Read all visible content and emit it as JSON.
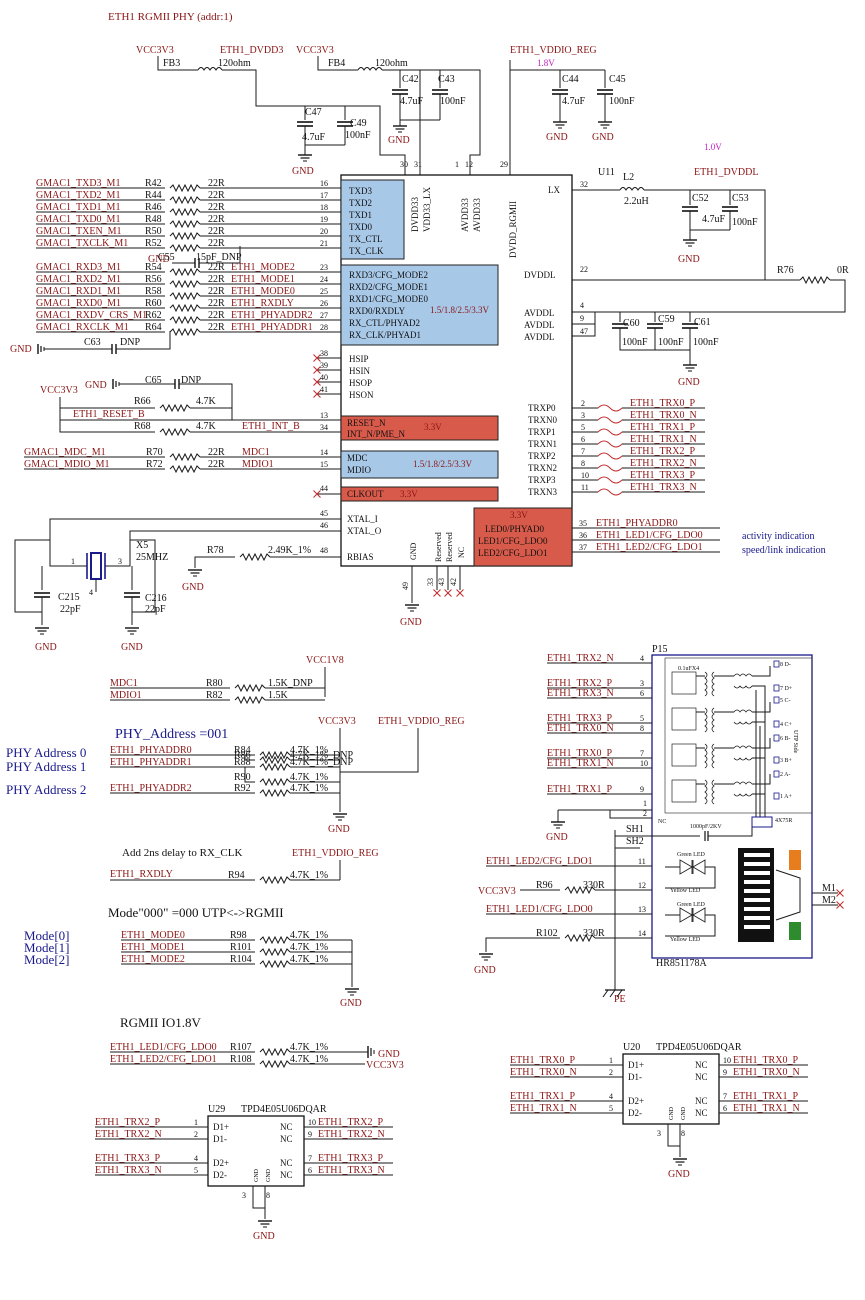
{
  "title": "ETH1 RGMII PHY (addr:1)",
  "colors": {
    "net": "#8b1414",
    "wire": "#1a1a1a",
    "pin_label_box": "#a8c8e8",
    "red_box": "#d85a4a",
    "note": "#1a1a8c",
    "voltage": "#c020c0"
  },
  "power": {
    "vcc3v3": "VCC3V3",
    "vcc1v8": "VCC1V8",
    "gnd": "GND",
    "pe": "PE",
    "dvdd33_net": "ETH1_DVDD3",
    "vddio_net": "ETH1_VDDIO_REG",
    "dvddl_net": "ETH1_DVDDL",
    "v18": "1.8V",
    "v10": "1.0V"
  },
  "top_parts": {
    "fb3": "FB3",
    "fb3_val": "120ohm",
    "fb4": "FB4",
    "fb4_val": "120ohm",
    "c47": "C47",
    "c47_val": "4.7uF",
    "c49": "C49",
    "c49_val": "100nF",
    "c42": "C42",
    "c42_val": "4.7uF",
    "c43": "C43",
    "c43_val": "100nF",
    "c44": "C44",
    "c44_val": "4.7uF",
    "c45": "C45",
    "c45_val": "100nF",
    "u11": "U11",
    "l2": "L2",
    "l2_val": "2.2uH",
    "c52": "C52",
    "c52_val": "4.7uF",
    "c53": "C53",
    "c53_val": "100nF",
    "r76": "R76",
    "r76_val": "0R",
    "c60": "C60",
    "c60_val": "100nF",
    "c59": "C59",
    "c59_val": "100nF",
    "c61": "C61",
    "c61_val": "100nF"
  },
  "left_nets": [
    {
      "net": "GMAC1_TXD3_M1",
      "ref": "R42",
      "val": "22R",
      "pin": "16"
    },
    {
      "net": "GMAC1_TXD2_M1",
      "ref": "R44",
      "val": "22R",
      "pin": "17"
    },
    {
      "net": "GMAC1_TXD1_M1",
      "ref": "R46",
      "val": "22R",
      "pin": "18"
    },
    {
      "net": "GMAC1_TXD0_M1",
      "ref": "R48",
      "val": "22R",
      "pin": "19"
    },
    {
      "net": "GMAC1_TXEN_M1",
      "ref": "R50",
      "val": "22R",
      "pin": "20"
    },
    {
      "net": "GMAC1_TXCLK_M1",
      "ref": "R52",
      "val": "22R",
      "pin": "21"
    },
    {
      "net": "GMAC1_RXD3_M1",
      "ref": "R54",
      "val": "22R",
      "pin": "23",
      "extra": "ETH1_MODE2"
    },
    {
      "net": "GMAC1_RXD2_M1",
      "ref": "R56",
      "val": "22R",
      "pin": "24",
      "extra": "ETH1_MODE1"
    },
    {
      "net": "GMAC1_RXD1_M1",
      "ref": "R58",
      "val": "22R",
      "pin": "25",
      "extra": "ETH1_MODE0"
    },
    {
      "net": "GMAC1_RXD0_M1",
      "ref": "R60",
      "val": "22R",
      "pin": "26",
      "extra": "ETH1_RXDLY"
    },
    {
      "net": "GMAC1_RXDV_CRS_M1",
      "ref": "R62",
      "val": "22R",
      "pin": "27",
      "extra": "ETH1_PHYADDR2"
    },
    {
      "net": "GMAC1_RXCLK_M1",
      "ref": "R64",
      "val": "22R",
      "pin": "28",
      "extra": "ETH1_PHYADDR1"
    }
  ],
  "c55": {
    "ref": "C55",
    "val": "15pF_DNP",
    "gnd": "GND"
  },
  "c63": {
    "ref": "C63",
    "val": "DNP"
  },
  "c65": {
    "ref": "C65",
    "val": "DNP"
  },
  "reset": {
    "r66": "R66",
    "r66_val": "4.7K",
    "r68": "R68",
    "r68_val": "4.7K",
    "net": "ETH1_RESET_B",
    "int": "ETH1_INT_B",
    "pin13": "13",
    "pin34": "34"
  },
  "mdio": [
    {
      "net": "GMAC1_MDC_M1",
      "ref": "R70",
      "val": "22R",
      "chipnet": "MDC1",
      "pin": "14"
    },
    {
      "net": "GMAC1_MDIO_M1",
      "ref": "R72",
      "val": "22R",
      "chipnet": "MDIO1",
      "pin": "15"
    }
  ],
  "chip": {
    "top_pins": [
      "DVDD33",
      "VDD33_LX",
      "AVDD33",
      "AVDD33",
      "DVDD_RGMII"
    ],
    "top_pin_nums": [
      "30",
      "31",
      "1",
      "12",
      "29"
    ],
    "tx_pins": [
      "TXD3",
      "TXD2",
      "TXD1",
      "TXD0",
      "TX_CTL",
      "TX_CLK"
    ],
    "rx_pins": [
      "RXD3/CFG_MODE2",
      "RXD2/CFG_MODE1",
      "RXD1/CFG_MODE0",
      "RXD0/RXDLY",
      "RX_CTL/PHYAD2",
      "RX_CLK/PHYAD1"
    ],
    "rx_voltage": "1.5/1.8/2.5/3.3V",
    "hs_pins": [
      "HSIP",
      "HSIN",
      "HSOP",
      "HSON"
    ],
    "hs_nums": [
      "38",
      "39",
      "40",
      "41"
    ],
    "reset_pins": [
      "RESET_N",
      "INT_N/PME_N"
    ],
    "reset_voltage": "3.3V",
    "mdio_pins": [
      "MDC",
      "MDIO"
    ],
    "mdio_voltage": "1.5/1.8/2.5/3.3V",
    "clkout": "CLKOUT",
    "clkout_voltage": "3.3V",
    "clkout_pin": "44",
    "xtal_pins": [
      "XTAL_I",
      "XTAL_O"
    ],
    "xtal_nums": [
      "45",
      "46"
    ],
    "rbias": "RBIAS",
    "rbias_pin": "48",
    "bottom_pins": [
      "GND",
      "Reserved",
      "Reserved",
      "NC"
    ],
    "bottom_nums": [
      "49",
      "33",
      "43",
      "42"
    ],
    "lx": "LX",
    "lx_pin": "32",
    "dvddl": "DVDDL",
    "dvddl_pin": "22",
    "avddl": [
      "AVDDL",
      "AVDDL",
      "AVDDL"
    ],
    "avddl_nums": [
      "4",
      "9",
      "47"
    ],
    "trx_pins": [
      "TRXP0",
      "TRXN0",
      "TRXP1",
      "TRXN1",
      "TRXP2",
      "TRXN2",
      "TRXP3",
      "TRXN3"
    ],
    "trx_nums": [
      "2",
      "3",
      "5",
      "6",
      "7",
      "8",
      "10",
      "11"
    ],
    "trx_nets": [
      "ETH1_TRX0_P",
      "ETH1_TRX0_N",
      "ETH1_TRX1_P",
      "ETH1_TRX1_N",
      "ETH1_TRX2_P",
      "ETH1_TRX2_N",
      "ETH1_TRX3_P",
      "ETH1_TRX3_N"
    ],
    "led_pins": [
      "LED0/PHYAD0",
      "LED1/CFG_LDO0",
      "LED2/CFG_LDO1"
    ],
    "led_voltage": "3.3V",
    "led_nums": [
      "35",
      "36",
      "37"
    ],
    "led_nets": [
      "ETH1_PHYADDR0",
      "ETH1_LED1/CFG_LDO0",
      "ETH1_LED2/CFG_LDO1"
    ]
  },
  "notes": {
    "activity": "activity indication",
    "speed": "speed/link indication"
  },
  "xtal": {
    "ref": "X5",
    "val": "25MHZ",
    "c215": "C215",
    "c215_val": "22pF",
    "c216": "C216",
    "c216_val": "22pF",
    "r78": "R78",
    "r78_val": "2.49K_1%",
    "p1": "1",
    "p3": "3",
    "p4": "4"
  },
  "mdc_pull": {
    "r80": "R80",
    "r80_val": "1.5K_DNP",
    "r82": "R82",
    "r82_val": "1.5K",
    "mdc": "MDC1",
    "mdio": "MDIO1"
  },
  "phy_addr": {
    "heading": "PHY_Address =001",
    "labels": [
      "PHY Address 0",
      "PHY Address 1",
      "PHY Address 2"
    ],
    "rows": [
      {
        "net": "ETH1_PHYADDR0",
        "ref": "R84",
        "val": "4.7K_1%"
      },
      {
        "net": "",
        "ref": "R86",
        "val": "4.7K_1%_DNP"
      },
      {
        "net": "ETH1_PHYADDR1",
        "ref": "R88",
        "val": "4.7K_1%_DNP"
      },
      {
        "net": "",
        "ref": "R90",
        "val": "4.7K_1%"
      },
      {
        "net": "ETH1_PHYADDR2",
        "ref": "R92",
        "val": "4.7K_1%"
      }
    ]
  },
  "rxdly": {
    "heading": "Add 2ns delay to RX_CLK",
    "net": "ETH1_RXDLY",
    "ref": "R94",
    "val": "4.7K_1%"
  },
  "mode": {
    "heading": "Mode\"000\" =000 UTP<->RGMII",
    "labels": [
      "Mode[0]",
      "Mode[1]",
      "Mode[2]"
    ],
    "rows": [
      {
        "net": "ETH1_MODE0",
        "ref": "R98",
        "val": "4.7K_1%"
      },
      {
        "net": "ETH1_MODE1",
        "ref": "R101",
        "val": "4.7K_1%"
      },
      {
        "net": "ETH1_MODE2",
        "ref": "R104",
        "val": "4.7K_1%"
      }
    ]
  },
  "rgmii_io": {
    "heading": "RGMII IO1.8V",
    "rows": [
      {
        "net": "ETH1_LED1/CFG_LDO0",
        "ref": "R107",
        "val": "4.7K_1%"
      },
      {
        "net": "ETH1_LED2/CFG_LDO1",
        "ref": "R108",
        "val": "4.7K_1%"
      }
    ]
  },
  "rj45": {
    "ref": "P15",
    "part": "HR851178A",
    "pins_left": [
      "4",
      "3",
      "6",
      "5",
      "8",
      "7",
      "10",
      "9",
      "1",
      "2"
    ],
    "nets": [
      "ETH1_TRX2_N",
      "ETH1_TRX2_P",
      "ETH1_TRX3_N",
      "ETH1_TRX3_P",
      "ETH1_TRX0_N",
      "ETH1_TRX0_P",
      "ETH1_TRX1_N",
      "ETH1_TRX1_P"
    ],
    "right_labels": [
      "8 D-",
      "7 D+",
      "5 C-",
      "4 C+",
      "6 B-",
      "3 B+",
      "2 A-",
      "1 A+"
    ],
    "sh1": "SH1",
    "sh2": "SH2",
    "cap": "1000pF/2KV",
    "cap_small": "0.1uFX4",
    "res": "4X75R",
    "utp": "UTP Side",
    "nc": "NC",
    "green": "Green LED",
    "yellow": "Yellow LED",
    "led_rows": [
      {
        "net": "ETH1_LED2/CFG_LDO1",
        "pin": "11"
      },
      {
        "net": "",
        "pin": "12",
        "ref": "R96",
        "val": "330R"
      },
      {
        "net": "ETH1_LED1/CFG_LDO0",
        "pin": "13"
      },
      {
        "net": "",
        "pin": "14",
        "ref": "R102",
        "val": "330R"
      }
    ],
    "m1": "M1",
    "m2": "M2"
  },
  "u20": {
    "ref": "U20",
    "part": "TPD4E05U06DQAR",
    "left": [
      {
        "net": "ETH1_TRX0_P",
        "pin": "1",
        "name": "D1+"
      },
      {
        "net": "ETH1_TRX0_N",
        "pin": "2",
        "name": "D1-"
      },
      {
        "net": "ETH1_TRX1_P",
        "pin": "4",
        "name": "D2+"
      },
      {
        "net": "ETH1_TRX1_N",
        "pin": "5",
        "name": "D2-"
      }
    ],
    "right": [
      {
        "net": "ETH1_TRX0_P",
        "pin": "10",
        "name": "NC"
      },
      {
        "net": "ETH1_TRX0_N",
        "pin": "9",
        "name": "NC"
      },
      {
        "net": "ETH1_TRX1_P",
        "pin": "7",
        "name": "NC"
      },
      {
        "net": "ETH1_TRX1_N",
        "pin": "6",
        "name": "NC"
      }
    ],
    "gnd_pins": [
      "3",
      "8"
    ]
  },
  "u29": {
    "ref": "U29",
    "part": "TPD4E05U06DQAR",
    "left": [
      {
        "net": "ETH1_TRX2_P",
        "pin": "1",
        "name": "D1+"
      },
      {
        "net": "ETH1_TRX2_N",
        "pin": "2",
        "name": "D1-"
      },
      {
        "net": "ETH1_TRX3_P",
        "pin": "4",
        "name": "D2+"
      },
      {
        "net": "ETH1_TRX3_N",
        "pin": "5",
        "name": "D2-"
      }
    ],
    "right": [
      {
        "net": "ETH1_TRX2_P",
        "pin": "10",
        "name": "NC"
      },
      {
        "net": "ETH1_TRX2_N",
        "pin": "9",
        "name": "NC"
      },
      {
        "net": "ETH1_TRX3_P",
        "pin": "7",
        "name": "NC"
      },
      {
        "net": "ETH1_TRX3_N",
        "pin": "6",
        "name": "NC"
      }
    ],
    "gnd_pins": [
      "3",
      "8"
    ]
  }
}
